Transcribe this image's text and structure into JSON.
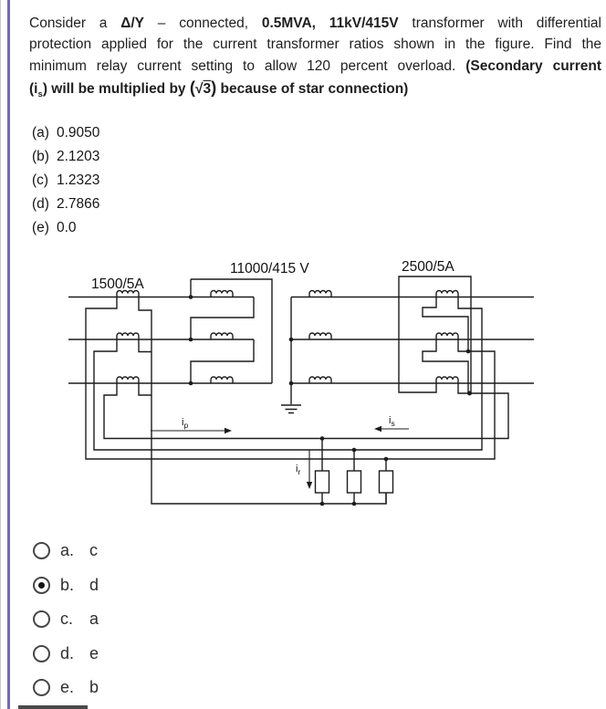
{
  "question": {
    "l1a": "Consider a ",
    "l1b": "Δ/Y",
    "l1c": " – connected, ",
    "l1d": "0.5MVA, 11kV/415V",
    "l1e": " transformer with differential",
    "l2": "protection applied for the current transformer ratios shown in the figure. Find the",
    "l3a": "minimum relay current setting to allow 120 percent overload. ",
    "l3b": "(Secondary current",
    "l4a": "(i",
    "l4sub": "s",
    "l4b": ") will be multiplied by ",
    "l4popen": "(",
    "l4sqrt": "√",
    "l4rad": "3",
    "l4pclose": ")",
    "l4c": " because of star connection)"
  },
  "choices": [
    {
      "key": "(a)",
      "value": "0.9050"
    },
    {
      "key": "(b)",
      "value": "2.1203"
    },
    {
      "key": "(c)",
      "value": "1.2323"
    },
    {
      "key": "(d)",
      "value": "2.7866"
    },
    {
      "key": "(e)",
      "value": "0.0"
    }
  ],
  "diagram": {
    "ct_left_ratio": "1500/5A",
    "transformer_rating": "11000/415 V",
    "ct_right_ratio": "2500/5A",
    "i_primary_base": "i",
    "i_primary_sub": "p",
    "i_secondary_base": "i",
    "i_secondary_sub": "s",
    "i_relay_base": "i",
    "i_relay_sub": "r"
  },
  "answers": [
    {
      "letter": "a.",
      "text": "c",
      "selected": false
    },
    {
      "letter": "b.",
      "text": "d",
      "selected": true
    },
    {
      "letter": "c.",
      "text": "a",
      "selected": false
    },
    {
      "letter": "d.",
      "text": "e",
      "selected": false
    },
    {
      "letter": "e.",
      "text": "b",
      "selected": false
    }
  ],
  "colors": {
    "accent": "#6c6cb5",
    "ink": "#1c1c1c"
  }
}
